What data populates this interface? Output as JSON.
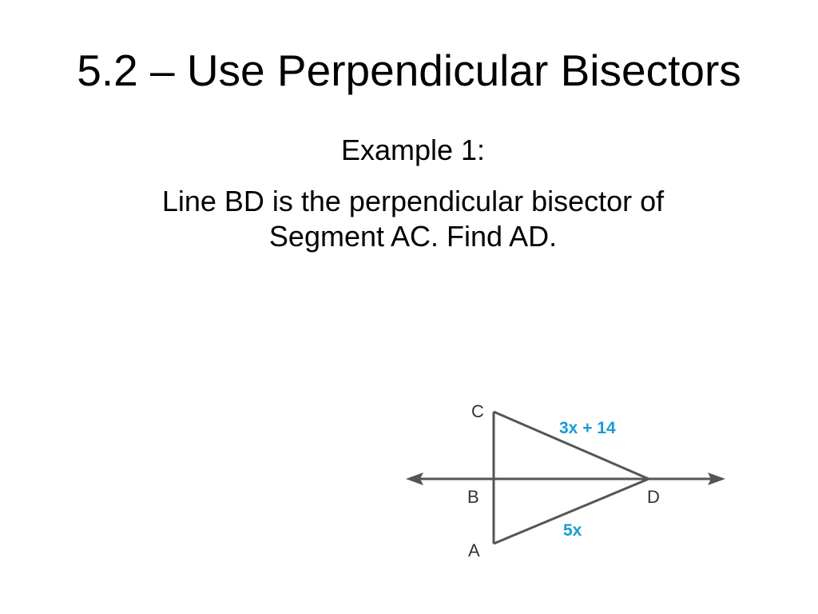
{
  "slide": {
    "title": "5.2 – Use Perpendicular Bisectors",
    "example_label": "Example 1:",
    "problem_lines": [
      "Line BD is the perpendicular bisector of",
      "Segment AC. Find AD."
    ]
  },
  "figure": {
    "points": {
      "A": "A",
      "B": "B",
      "C": "C",
      "D": "D"
    },
    "expressions": {
      "CD": "3x + 14",
      "AD": "5x"
    },
    "colors": {
      "lines": "#555555",
      "labels": "#333333",
      "expressions": "#1a9ad6"
    }
  }
}
